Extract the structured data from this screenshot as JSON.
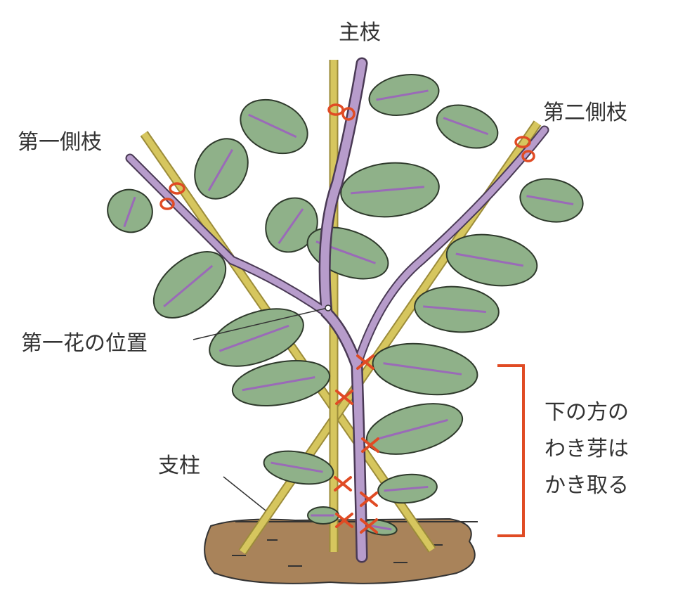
{
  "labels": {
    "main_branch": "主枝",
    "second_side_branch": "第二側枝",
    "first_side_branch": "第一側枝",
    "first_flower_position": "第一花の位置",
    "support_stake": "支柱",
    "note_line1": "下の方の",
    "note_line2": "わき芽は",
    "note_line3": "かき取る"
  },
  "colors": {
    "stake": "#d6c65e",
    "stem": "#b79ccb",
    "leaf": "#8fb189",
    "vein": "#9a6ab8",
    "soil": "#a9835a",
    "marker": "#e04b24"
  }
}
